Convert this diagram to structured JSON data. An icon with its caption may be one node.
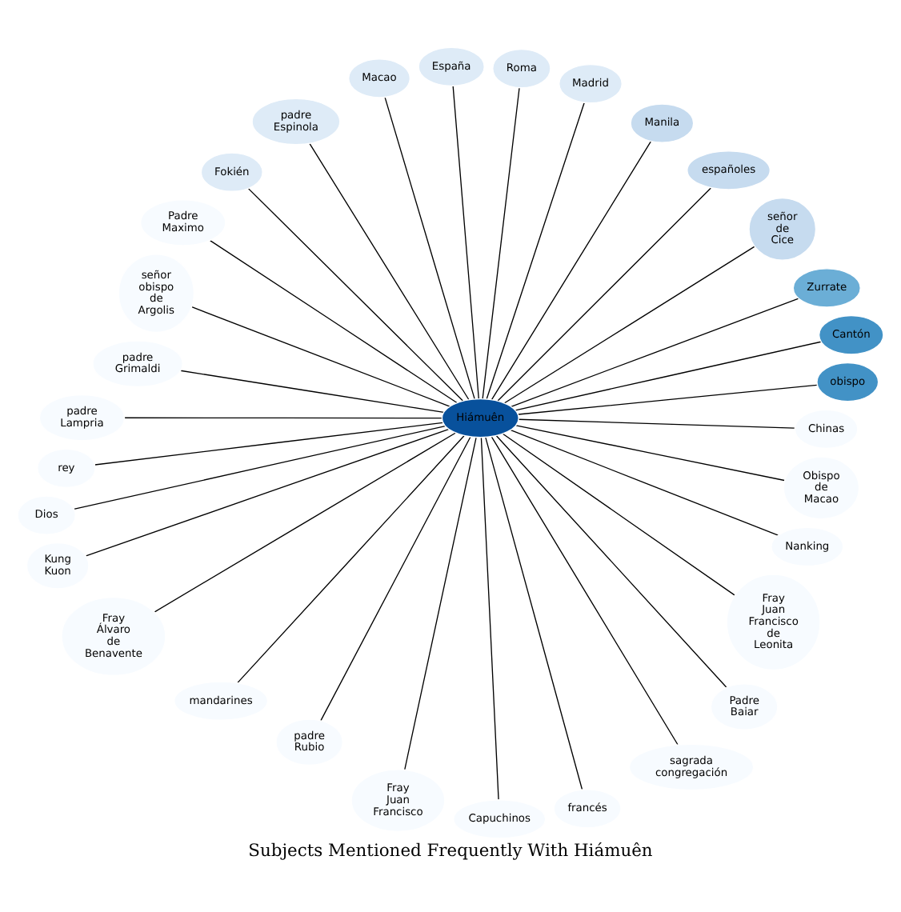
{
  "diagram": {
    "title": "Subjects Mentioned Frequently With Hiámuên",
    "nodes": [
      {
        "text": [
          "Hiámuên"
        ]
      },
      {
        "text": [
          "obispo"
        ]
      },
      {
        "text": [
          "Cantón"
        ]
      },
      {
        "text": [
          "Zurrate"
        ]
      },
      {
        "text": [
          "señor de Cice"
        ]
      },
      {
        "text": [
          "españoles"
        ]
      },
      {
        "text": [
          "Manila"
        ]
      },
      {
        "text": [
          "Madrid"
        ]
      },
      {
        "text": [
          "Roma"
        ]
      },
      {
        "text": [
          "España"
        ]
      },
      {
        "text": [
          "Macao"
        ]
      },
      {
        "text": [
          "padre Espinola"
        ]
      },
      {
        "text": [
          "Fokién"
        ]
      },
      {
        "text": [
          "Padre Maximo"
        ]
      },
      {
        "text": [
          "señor obispo de Argolis"
        ]
      },
      {
        "text": [
          "padre Grimaldi"
        ]
      },
      {
        "text": [
          "padre Lampria"
        ]
      },
      {
        "text": [
          "rey"
        ]
      },
      {
        "text": [
          "Dios"
        ]
      },
      {
        "text": [
          "Kung Kuon"
        ]
      },
      {
        "text": [
          "Fray Álvaro de Benavente"
        ]
      },
      {
        "text": [
          "mandarines"
        ]
      },
      {
        "text": [
          "padre Rubio"
        ]
      },
      {
        "text": [
          "Fray Juan Francisco"
        ]
      },
      {
        "text": [
          "Capuchinos"
        ]
      },
      {
        "text": [
          "francés"
        ]
      },
      {
        "text": [
          "sagrada congregación"
        ]
      },
      {
        "text": [
          "Padre Baiar"
        ]
      },
      {
        "text": [
          "Fray Juan Francisco de Leonita"
        ]
      },
      {
        "text": [
          "Nanking"
        ]
      },
      {
        "text": [
          "Obispo de Macao"
        ]
      },
      {
        "text": [
          "Chinas"
        ]
      }
    ],
    "edges": [
      {
        "from": 0,
        "to": 1,
        "arrow": "none"
      },
      {
        "from": 0,
        "to": 2,
        "arrow": "none"
      },
      {
        "from": 0,
        "to": 3,
        "arrow": "none"
      },
      {
        "from": 0,
        "to": 4,
        "arrow": "none"
      },
      {
        "from": 0,
        "to": 5,
        "arrow": "none"
      },
      {
        "from": 0,
        "to": 6,
        "arrow": "none"
      },
      {
        "from": 0,
        "to": 7,
        "arrow": "none"
      },
      {
        "from": 0,
        "to": 8,
        "arrow": "none"
      },
      {
        "from": 0,
        "to": 9,
        "arrow": "none"
      },
      {
        "from": 0,
        "to": 10,
        "arrow": "none"
      },
      {
        "from": 0,
        "to": 11,
        "arrow": "none"
      },
      {
        "from": 0,
        "to": 12,
        "arrow": "none"
      },
      {
        "from": 0,
        "to": 13,
        "arrow": "none"
      },
      {
        "from": 0,
        "to": 14,
        "arrow": "none"
      },
      {
        "from": 0,
        "to": 15,
        "arrow": "none"
      },
      {
        "from": 0,
        "to": 16,
        "arrow": "none"
      },
      {
        "from": 0,
        "to": 17,
        "arrow": "none"
      },
      {
        "from": 0,
        "to": 18,
        "arrow": "none"
      },
      {
        "from": 0,
        "to": 19,
        "arrow": "none"
      },
      {
        "from": 0,
        "to": 20,
        "arrow": "none"
      },
      {
        "from": 0,
        "to": 21,
        "arrow": "none"
      },
      {
        "from": 0,
        "to": 22,
        "arrow": "none"
      },
      {
        "from": 0,
        "to": 23,
        "arrow": "none"
      },
      {
        "from": 0,
        "to": 24,
        "arrow": "none"
      },
      {
        "from": 0,
        "to": 25,
        "arrow": "none"
      },
      {
        "from": 0,
        "to": 26,
        "arrow": "none"
      },
      {
        "from": 0,
        "to": 27,
        "arrow": "none"
      },
      {
        "from": 0,
        "to": 28,
        "arrow": "none"
      },
      {
        "from": 0,
        "to": 29,
        "arrow": "none"
      },
      {
        "from": 0,
        "to": 30,
        "arrow": "none"
      },
      {
        "from": 0,
        "to": 31,
        "arrow": "none"
      }
    ]
  }
}
